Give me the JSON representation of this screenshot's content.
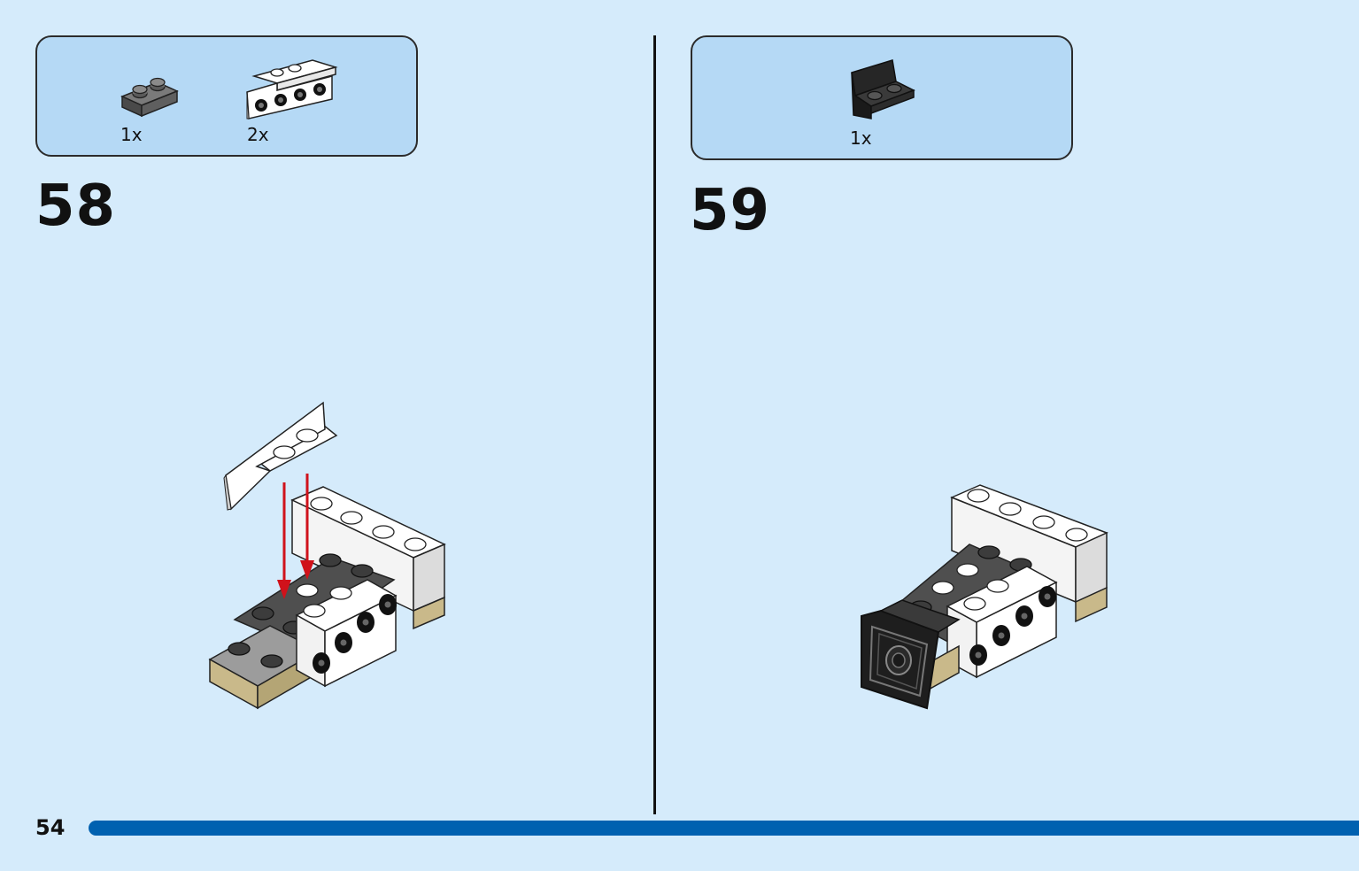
{
  "page": {
    "number": "54"
  },
  "steps": [
    {
      "number": "58",
      "parts": [
        {
          "qty": "1x",
          "icon": "dark-gray-plate-1x2-icon"
        },
        {
          "qty": "2x",
          "icon": "white-bracket-plate-icon"
        }
      ]
    },
    {
      "number": "59",
      "parts": [
        {
          "qty": "1x",
          "icon": "black-bracket-plate-icon"
        }
      ]
    }
  ],
  "colors": {
    "background": "#d5ebfb",
    "parts_box": "#b5d9f5",
    "progress_bar": "#0061b0",
    "arrow": "#d0121b"
  }
}
